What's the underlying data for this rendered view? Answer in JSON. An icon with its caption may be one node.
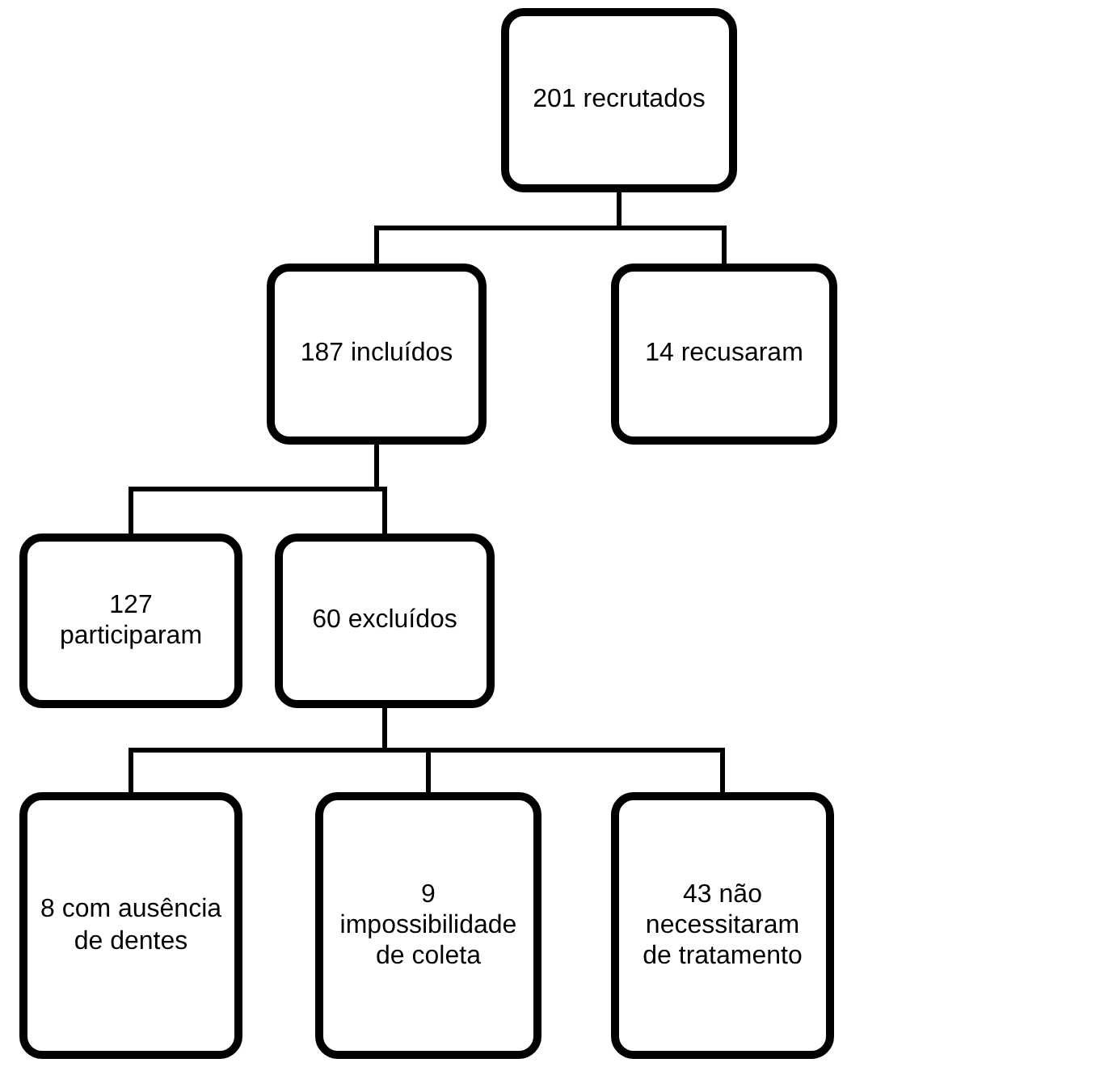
{
  "diagram": {
    "nodes": [
      {
        "text": [
          "201 recrutados"
        ]
      },
      {
        "text": [
          "187 incluídos"
        ]
      },
      {
        "text": [
          "14 recusaram"
        ]
      },
      {
        "text": [
          "127 participaram"
        ]
      },
      {
        "text": [
          "60 excluídos"
        ]
      },
      {
        "text": [
          "8 com ausência de dentes"
        ]
      },
      {
        "text": [
          "9 impossibilidade de coleta"
        ]
      },
      {
        "text": [
          "43 não necessitaram de tratamento"
        ]
      }
    ],
    "edges": [
      {
        "from": 0,
        "to": 1,
        "arrow": "none"
      },
      {
        "from": 0,
        "to": 2,
        "arrow": "none"
      },
      {
        "from": 1,
        "to": 3,
        "arrow": "none"
      },
      {
        "from": 1,
        "to": 4,
        "arrow": "none"
      },
      {
        "from": 4,
        "to": 5,
        "arrow": "none"
      },
      {
        "from": 4,
        "to": 6,
        "arrow": "none"
      },
      {
        "from": 4,
        "to": 7,
        "arrow": "none"
      }
    ]
  }
}
